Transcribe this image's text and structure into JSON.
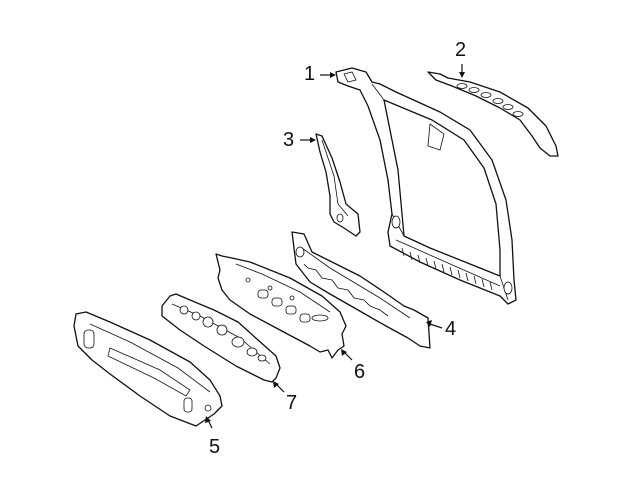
{
  "diagram": {
    "type": "exploded parts diagram",
    "callouts": [
      {
        "id": "1",
        "label": "1"
      },
      {
        "id": "2",
        "label": "2"
      },
      {
        "id": "3",
        "label": "3"
      },
      {
        "id": "4",
        "label": "4"
      },
      {
        "id": "5",
        "label": "5"
      },
      {
        "id": "6",
        "label": "6"
      },
      {
        "id": "7",
        "label": "7"
      }
    ],
    "colors": {
      "line": "#111111",
      "background": "#ffffff"
    }
  }
}
